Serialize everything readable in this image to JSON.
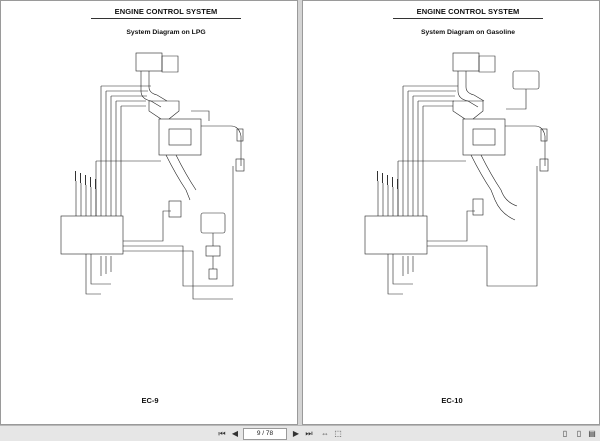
{
  "pages": [
    {
      "header": "ENGINE CONTROL SYSTEM",
      "subtitle": "System Diagram on LPG",
      "number": "EC-9"
    },
    {
      "header": "ENGINE CONTROL SYSTEM",
      "subtitle": "System Diagram on Gasoline",
      "number": "EC-10"
    }
  ],
  "toolbar": {
    "page_indicator": "9 / 78",
    "icons": [
      "first-page-icon",
      "previous-page-icon",
      "next-page-icon",
      "last-page-icon",
      "fit-width-icon",
      "fit-page-icon"
    ]
  }
}
